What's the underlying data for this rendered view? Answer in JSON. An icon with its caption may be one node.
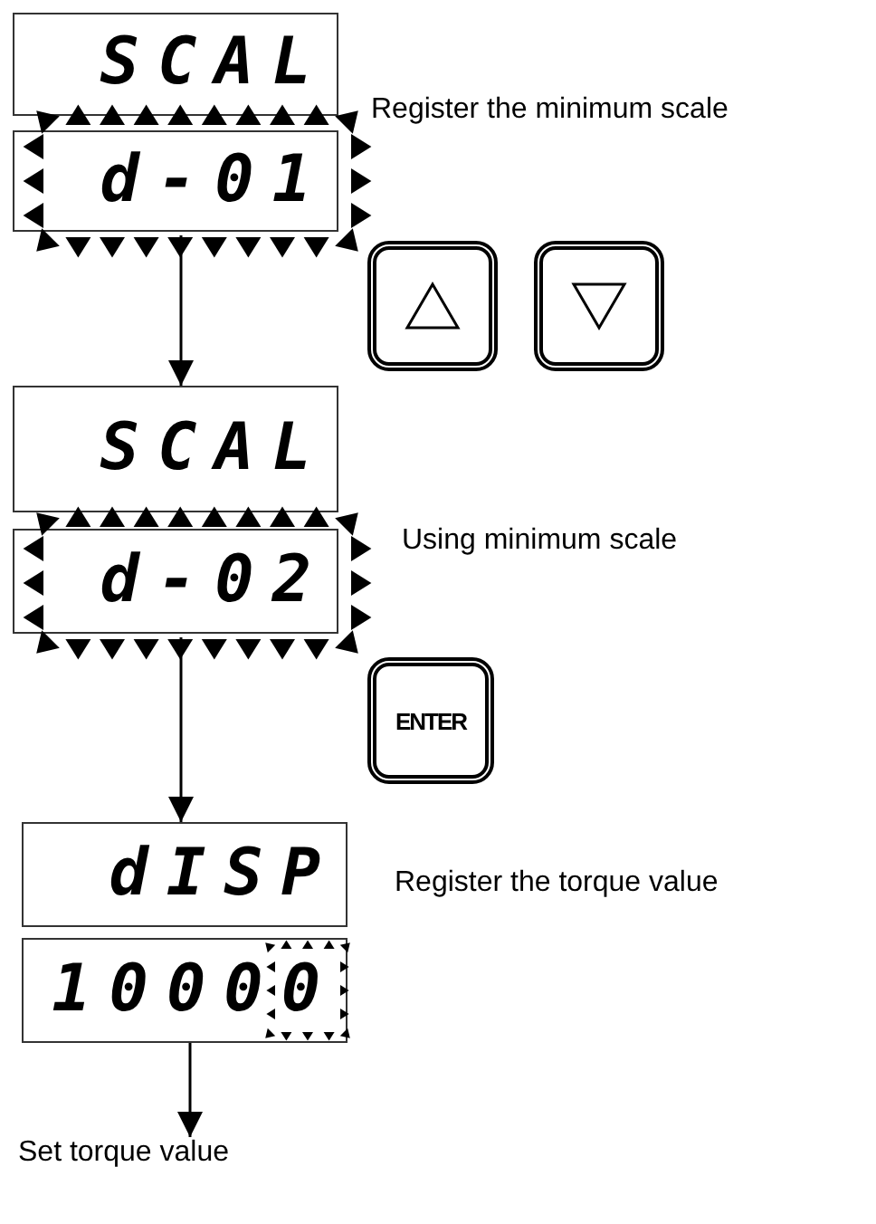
{
  "diagram": {
    "nodes": [
      {
        "text": [
          "SCAL"
        ]
      },
      {
        "text": [
          "d-01"
        ],
        "beside": [
          "Register the minimum scale"
        ]
      },
      {
        "text": [],
        "shape": "box"
      },
      {
        "text": [],
        "shape": "box"
      },
      {
        "text": [
          "SCAL"
        ]
      },
      {
        "text": [
          "d-02"
        ],
        "beside": [
          "Using minimum scale"
        ]
      },
      {
        "text": [
          "ENTER"
        ]
      },
      {
        "text": [
          "dISP"
        ],
        "beside": [
          "Register the torque value"
        ]
      },
      {
        "text": [
          "10000"
        ]
      },
      {
        "text": [
          "Set torque value"
        ]
      }
    ],
    "edges": [
      {
        "from": 1,
        "to": 4,
        "arrow": "to"
      },
      {
        "from": 5,
        "to": 7,
        "arrow": "to"
      },
      {
        "from": 8,
        "to": 9,
        "arrow": "to"
      }
    ]
  }
}
